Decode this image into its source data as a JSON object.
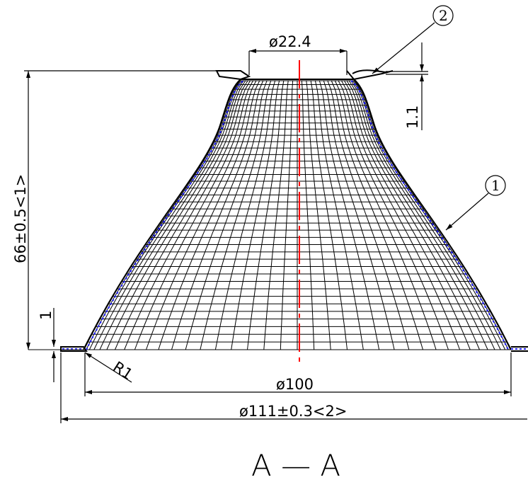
{
  "drawing": {
    "dimensions": {
      "top_diameter": "ø22.4",
      "height": "66±0.5<1>",
      "wall_thickness_top": "1.1",
      "flange_thickness": "1",
      "fillet_radius": "R1",
      "bottom_diameter": "ø100",
      "flange_diameter": "ø111±0.3<2>"
    },
    "callouts": {
      "callout_1": "1",
      "callout_2": "2"
    },
    "section_label": "A — A",
    "colors": {
      "outline": "#000000",
      "centerline": "#ff0000",
      "material_hatch": "#1a1aff"
    }
  }
}
